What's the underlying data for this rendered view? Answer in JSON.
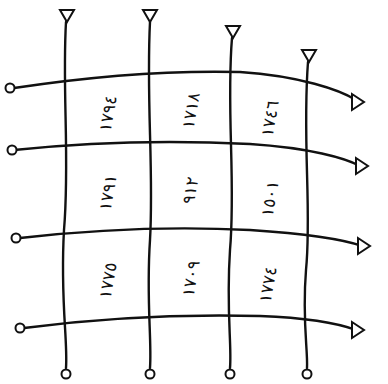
{
  "diagram": {
    "labels": [
      "١٧٩٤",
      "١٧١٨",
      "١٧٤٦",
      "١٧٩١",
      "٩١٢",
      "١٥٠١",
      "١٧٧٥",
      "١٧٠٩",
      "١٧٧٤"
    ]
  }
}
